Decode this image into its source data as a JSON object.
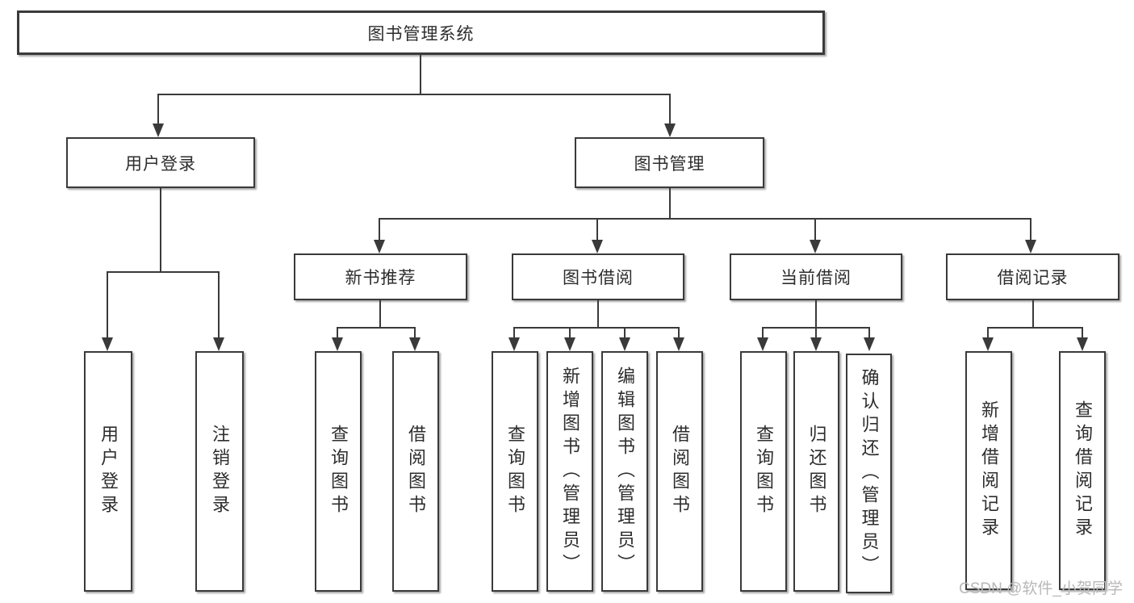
{
  "tree": {
    "label": "图书管理系统",
    "children": [
      {
        "label": "用户登录",
        "children": [
          {
            "label": "用户登录"
          },
          {
            "label": "注销登录"
          }
        ]
      },
      {
        "label": "图书管理",
        "children": [
          {
            "label": "新书推荐",
            "children": [
              {
                "label": "查询图书"
              },
              {
                "label": "借阅图书"
              }
            ]
          },
          {
            "label": "图书借阅",
            "children": [
              {
                "label": "查询图书"
              },
              {
                "label": "新增图书（管理员）"
              },
              {
                "label": "编辑图书（管理员）"
              },
              {
                "label": "借阅图书"
              }
            ]
          },
          {
            "label": "当前借阅",
            "children": [
              {
                "label": "查询图书"
              },
              {
                "label": "归还图书"
              },
              {
                "label": "确认归还（管理员）"
              }
            ]
          },
          {
            "label": "借阅记录",
            "children": [
              {
                "label": "新增借阅记录"
              },
              {
                "label": "查询借阅记录"
              }
            ]
          }
        ]
      }
    ]
  },
  "watermark": {
    "text": "CSDN @软件_小贺同学"
  },
  "style": {
    "line_color": "#3a3a3a",
    "box_background": "#ffffff",
    "text_color": "#2d2d2d",
    "watermark_color": "#b8b8b8"
  }
}
